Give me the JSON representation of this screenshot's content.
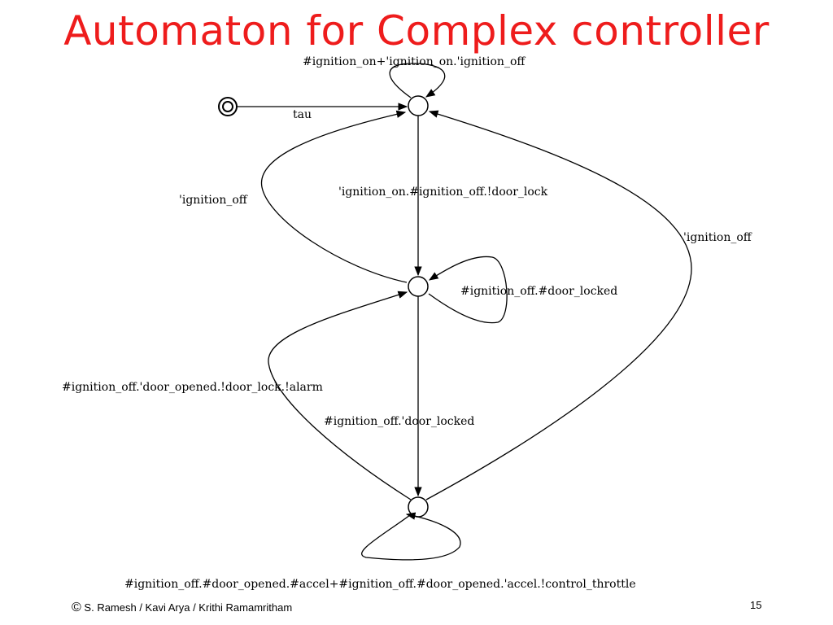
{
  "slide": {
    "title": "Automaton for Complex controller",
    "footer_credit": "S. Ramesh / Kavi Arya / Krithi Ramamritham",
    "footer_copyright_symbol": "©",
    "page_number": "15"
  },
  "automaton": {
    "initial_transition_label": "tau",
    "labels": {
      "self_loop_top": "#ignition_on+'ignition_on.'ignition_off",
      "left_back_top": "'ignition_off",
      "top_to_mid": "'ignition_on.#ignition_off.!door_lock",
      "right_back_top": "'ignition_off",
      "self_loop_mid": "#ignition_off.#door_locked",
      "bottom_to_mid": "#ignition_off.'door_opened.!door_lock.!alarm",
      "mid_to_bottom": "#ignition_off.'door_locked",
      "self_loop_bottom": "#ignition_off.#door_opened.#accel+#ignition_off.#door_opened.'accel.!control_throttle"
    }
  },
  "colors": {
    "title": "#ee1c1c",
    "lines": "#000000",
    "background": "#ffffff"
  }
}
